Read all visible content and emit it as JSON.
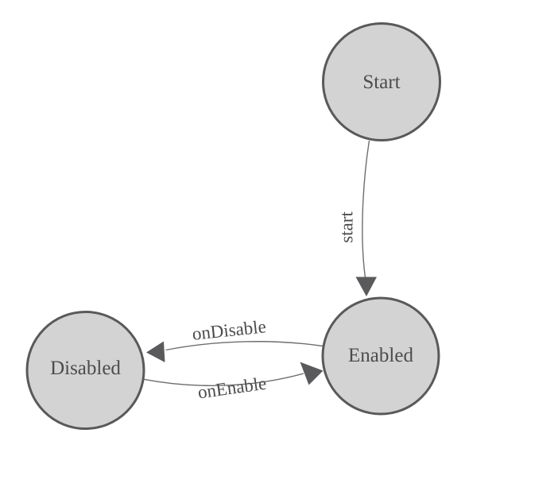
{
  "diagram": {
    "type": "state-machine",
    "colors": {
      "background": "#ffffff",
      "node_fill": "#d3d3d4",
      "node_stroke": "#59595c",
      "edge_stroke": "#6e6e6e",
      "arrowhead_fill": "#5a5a5d",
      "label_text": "#4c4c4e"
    },
    "nodes": [
      {
        "id": "start",
        "label": "Start"
      },
      {
        "id": "enabled",
        "label": "Enabled"
      },
      {
        "id": "disabled",
        "label": "Disabled"
      }
    ],
    "edges": [
      {
        "from": "start",
        "to": "enabled",
        "label": "start"
      },
      {
        "from": "enabled",
        "to": "disabled",
        "label": "onDisable"
      },
      {
        "from": "disabled",
        "to": "enabled",
        "label": "onEnable"
      }
    ]
  }
}
